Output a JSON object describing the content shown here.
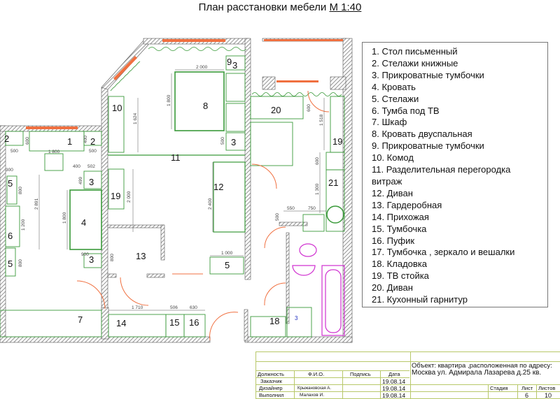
{
  "title": {
    "text": "План расстановки мебели",
    "scale": "М 1:40"
  },
  "legend": [
    "1. Стол письменный",
    "2. Стелажи книжные",
    "3. Прикроватные тумбочки",
    "4. Кровать",
    "5. Стелажи",
    "6. Тумба под ТВ",
    "7. Шкаф",
    "8. Кровать двуспальная",
    "9. Прикроватные тумбочки",
    "10. Комод",
    "11. Разделительная перегородка",
    "витраж",
    "12. Диван",
    "13. Гардеробная",
    "14. Прихожая",
    "15. Тумбочка",
    "16. Пуфик",
    "17. Тумбочка , зеркало и вешалки",
    "18. Кладовка",
    "19. ТВ стойка",
    "20. Диван",
    "21. Кухонный гарнитур"
  ],
  "plan": {
    "labels": [
      "2",
      "1",
      "2",
      "10",
      "8",
      "9",
      "3",
      "3",
      "11",
      "3",
      "5",
      "19",
      "12",
      "4",
      "6",
      "5",
      "3",
      "13",
      "5",
      "7",
      "14",
      "15",
      "16",
      "20",
      "19",
      "21",
      "18",
      "3"
    ],
    "dimensions": [
      "2 000",
      "1 800",
      "1 624",
      "500",
      "600",
      "400",
      "500",
      "1 800",
      "500",
      "400",
      "502",
      "300",
      "499",
      "800",
      "2 891",
      "1 800",
      "1 200",
      "2 000",
      "2 400",
      "800",
      "900",
      "800",
      "1 000",
      "1 710",
      "506",
      "630",
      "600",
      "1 518",
      "600",
      "1 300",
      "550",
      "750",
      "500"
    ]
  },
  "title_block": {
    "headers": [
      "Должность",
      "Ф.И.О.",
      "Подпись",
      "Дата"
    ],
    "rows": [
      {
        "role": "Заказчик",
        "name": "",
        "date": "19.08.14"
      },
      {
        "role": "Дизайнер",
        "name": "Крыжановская А.",
        "date": "19.08.14"
      },
      {
        "role": "Выполнил",
        "name": "Малахов И.",
        "date": "19.08.14"
      }
    ],
    "object_line1": "Объект: квартира ,расположенная по адресу:",
    "object_line2": "Москва ул. Адмирала Лазарева д.25 кв.",
    "stage_label": "Стадия",
    "sheet_label": "Лист",
    "sheets_label": "Листов",
    "stage": "",
    "sheet": "6",
    "sheets": "10"
  },
  "colors": {
    "wall": "#888888",
    "furniture": "#3a9a3a",
    "window": "#f07040",
    "plumbing": "#d030d0"
  }
}
